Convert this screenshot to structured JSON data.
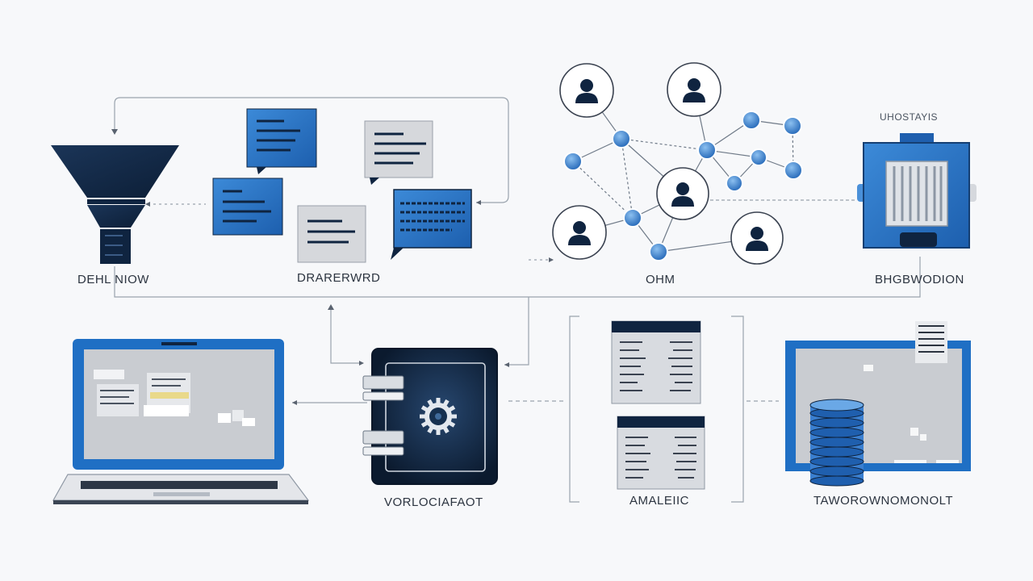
{
  "labels": {
    "funnel": "DEHL NIOW",
    "messages": "DRARERWRD",
    "network": "OHM",
    "hardware_caption": "UHOSTAYIS",
    "hardware": "BHGBWODION",
    "vault": "VORLOCIAFAOT",
    "analytics": "AMALEIIC",
    "monitor": "TAWOROWNOMONOLT"
  },
  "colors": {
    "navy": "#0f2440",
    "blue": "#1f6fc4",
    "light_blue": "#4a90d9",
    "grey_panel": "#c9ccd1",
    "line": "#9aa3ad"
  },
  "icons": [
    "funnel-icon",
    "message-card-icon",
    "user-icon",
    "network-node-icon",
    "chip-icon",
    "laptop-icon",
    "vault-icon",
    "gear-icon",
    "document-icon",
    "monitor-icon",
    "database-stack-icon"
  ]
}
